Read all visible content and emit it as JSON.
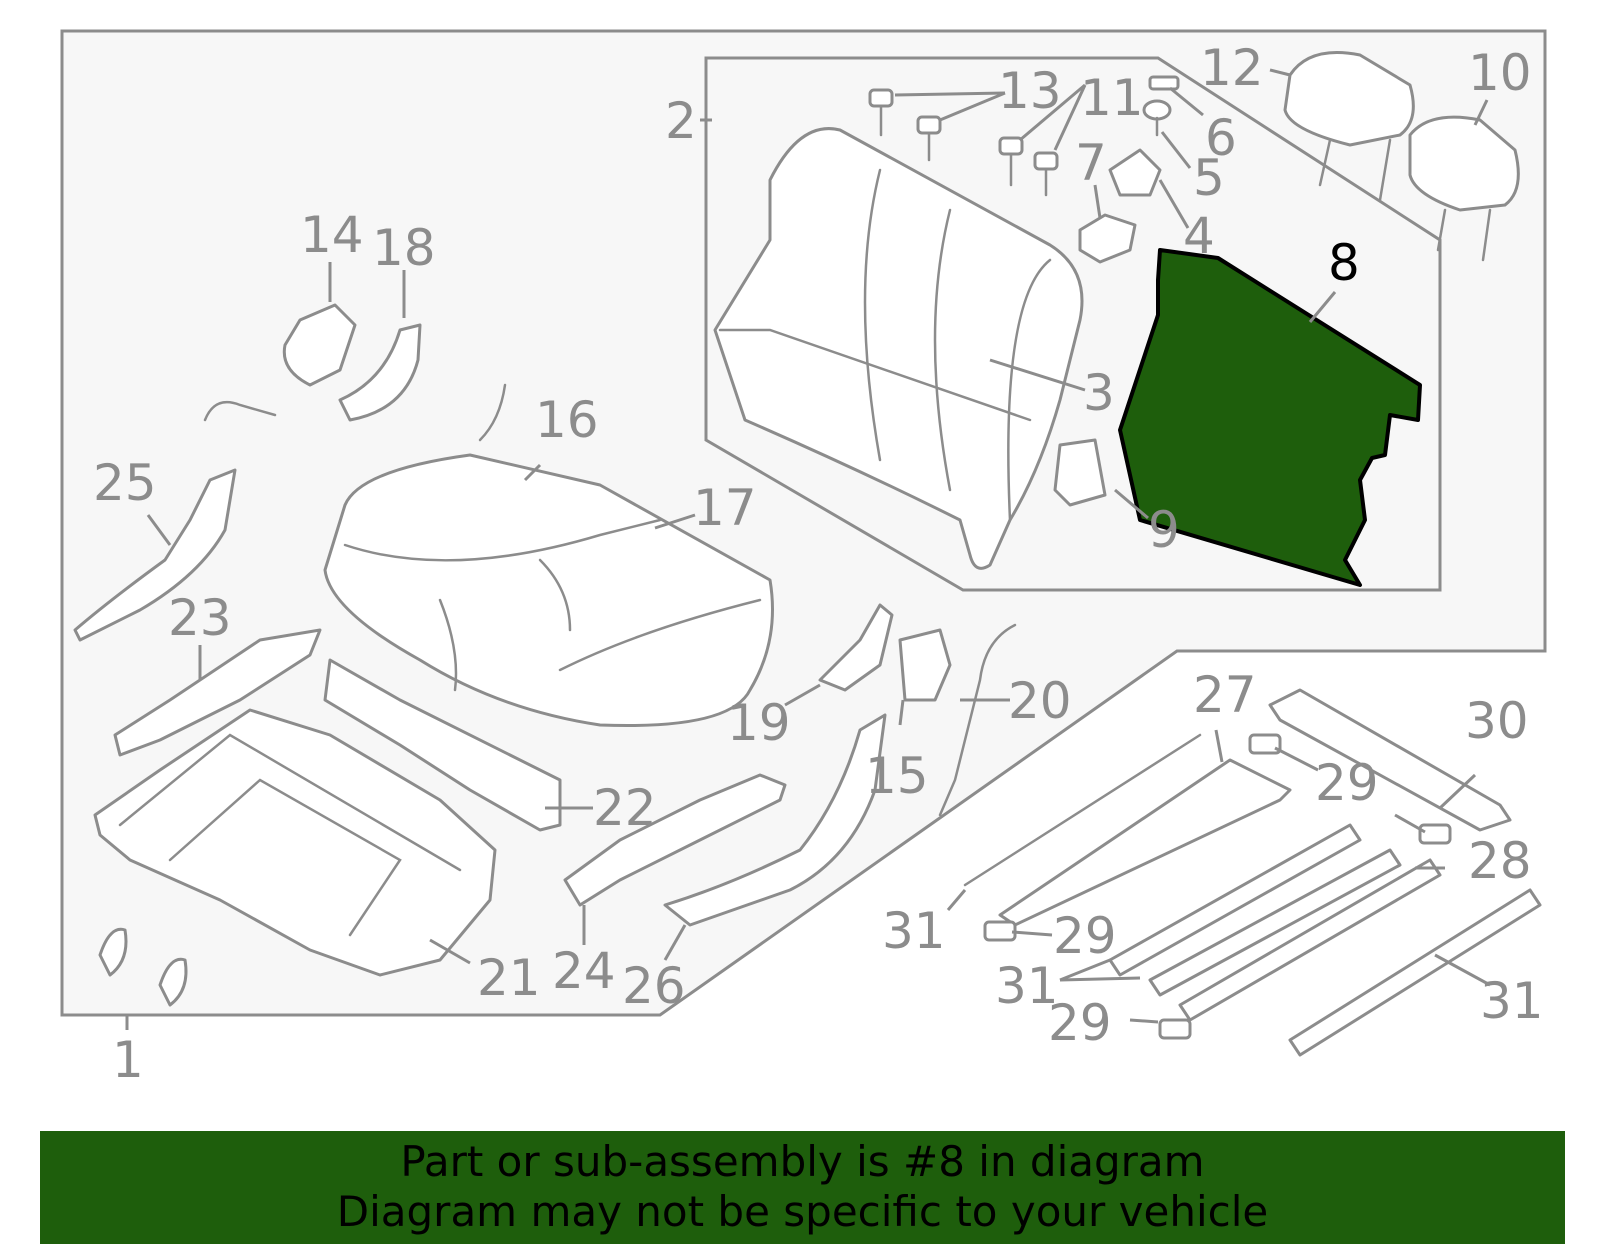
{
  "callouts": {
    "c1": "1",
    "c2": "2",
    "c3": "3",
    "c4": "4",
    "c5": "5",
    "c6": "6",
    "c7": "7",
    "c8": "8",
    "c9": "9",
    "c10": "10",
    "c11": "11",
    "c12": "12",
    "c13": "13",
    "c14": "14",
    "c15": "15",
    "c16": "16",
    "c17": "17",
    "c18": "18",
    "c19": "19",
    "c20": "20",
    "c21": "21",
    "c22": "22",
    "c23": "23",
    "c24": "24",
    "c25": "25",
    "c26": "26",
    "c27": "27",
    "c28": "28",
    "c29": "29",
    "c30": "30",
    "c31": "31"
  },
  "highlight": {
    "part_number": "8",
    "color": "#1e5e0c"
  },
  "colors": {
    "line": "#8c8c8c",
    "panel": "#f7f7f7",
    "banner": "#1e5e0c"
  },
  "banner": {
    "line1": "Part or sub-assembly is #8 in diagram",
    "line2": "Diagram may not be specific to your vehicle"
  }
}
